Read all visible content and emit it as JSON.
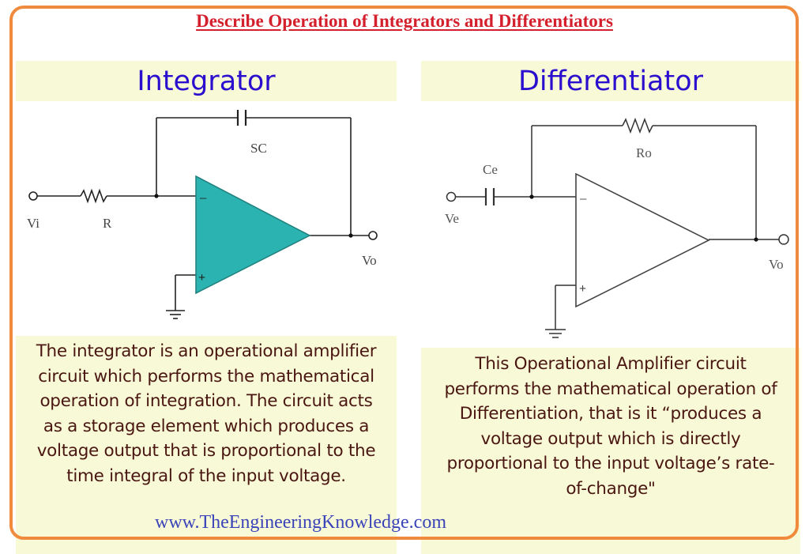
{
  "title": "Describe Operation of Integrators and Differentiators",
  "colors": {
    "frame_border": "#f08a3c",
    "title": "#d4202c",
    "panel_bg": "#f8f9d6",
    "heading": "#2a0fcf",
    "description": "#4a1612",
    "footer": "#3a44b8",
    "opamp_fill": "#2ab3b0"
  },
  "integrator": {
    "heading": "Integrator",
    "diagram": {
      "input_label": "Vi",
      "resistor_label": "R",
      "capacitor_label": "SC",
      "output_label": "Vo",
      "inverting_sign": "−",
      "noninverting_sign": "+"
    },
    "description_lines": [
      "The integrator is an operational amplifier",
      "circuit which performs the mathematical",
      "operation of integration. The circuit acts",
      "as a storage element which produces a",
      "voltage output that is proportional to the",
      "time integral of the input voltage."
    ]
  },
  "differentiator": {
    "heading": "Differentiator",
    "diagram": {
      "input_label": "Ve",
      "capacitor_label": "Ce",
      "resistor_label": "Ro",
      "output_label": "Vo",
      "inverting_sign": "−",
      "noninverting_sign": "+"
    },
    "description_lines": [
      "This Operational Amplifier circuit",
      "performs the mathematical operation of",
      "Differentiation, that is it “produces a",
      "voltage output which is directly",
      "proportional to the input voltage’s rate-",
      "of-change\""
    ]
  },
  "footer": "www.TheEngineeringKnowledge.com"
}
